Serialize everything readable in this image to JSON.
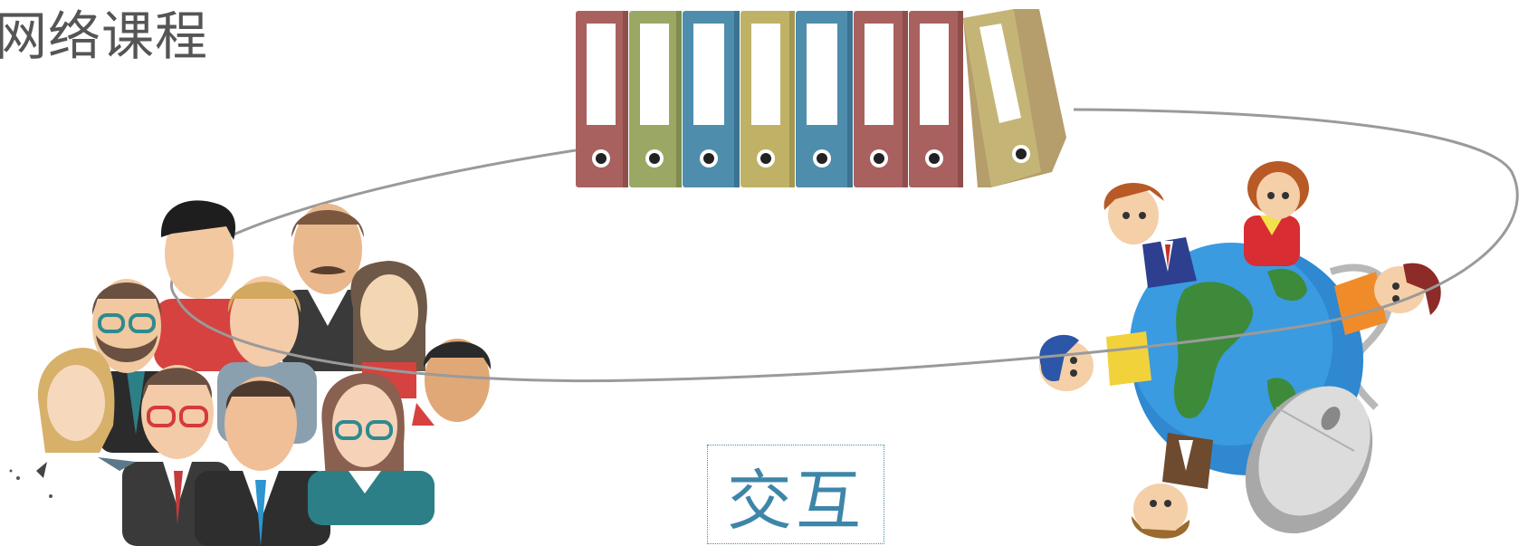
{
  "title": "网络课程",
  "interaction_label": "交互",
  "colors": {
    "title_text": "#555555",
    "interaction_text": "#3e86a9",
    "interaction_border": "#4a86a8",
    "ellipse_stroke": "#9a9a9a"
  },
  "icons": [
    "people-group-illustration",
    "binder-row-illustration",
    "globe-with-children-and-mouse-illustration"
  ]
}
